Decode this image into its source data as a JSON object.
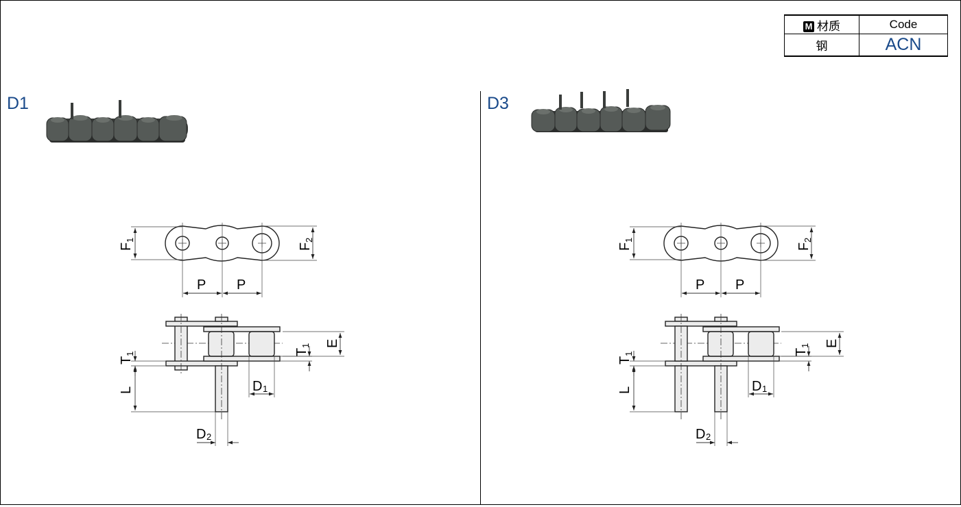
{
  "material_table": {
    "material_badge": "M",
    "material_header": "材质",
    "code_header": "Code",
    "material_value": "钢",
    "code_value": "ACN"
  },
  "variants": [
    {
      "label": "D1"
    },
    {
      "label": "D3"
    }
  ],
  "dimensions": {
    "f1": "F",
    "f1_sub": "1",
    "f2": "F",
    "f2_sub": "2",
    "p": "P",
    "t1": "T",
    "t1_sub": "1",
    "e": "E",
    "l": "L",
    "d1": "D",
    "d1_sub": "1",
    "d2": "D",
    "d2_sub": "2"
  },
  "colors": {
    "label_blue": "#1a4a8a",
    "chain_dark": "#3a3d3b"
  }
}
